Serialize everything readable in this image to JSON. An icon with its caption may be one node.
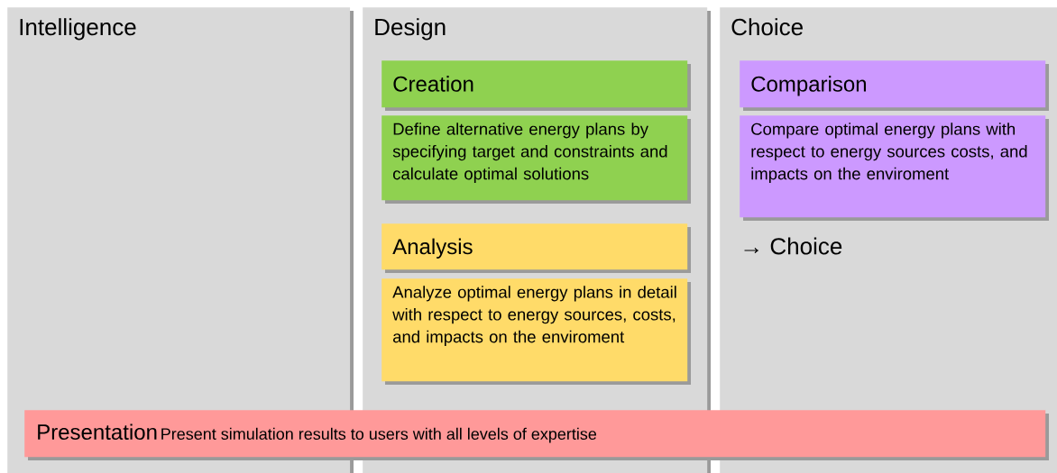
{
  "diagram": {
    "nodes": [
      {
        "text": [
          "Intelligence"
        ]
      },
      {
        "text": [
          "Design"
        ]
      },
      {
        "text": [
          "Creation"
        ],
        "in": 1
      },
      {
        "text": [
          "Define alternative energy plans by specifying target and constraints and calculate optimal solutions"
        ],
        "in": 1
      },
      {
        "text": [
          "Analysis"
        ],
        "in": 1
      },
      {
        "text": [
          "Analyze optimal energy plans in detail with respect to energy sources, costs, and impacts on the enviroment"
        ],
        "in": 1
      },
      {
        "text": [
          "Choice"
        ]
      },
      {
        "text": [
          "Comparison"
        ],
        "in": 6
      },
      {
        "text": [
          "Compare optimal energy plans with respect to energy sources costs, and impacts on the enviroment"
        ],
        "in": 6
      },
      {
        "text": [
          "Presentation",
          "Present simulation results to users with all levels of expertise"
        ]
      }
    ],
    "labels": [
      "→ Choice"
    ]
  }
}
